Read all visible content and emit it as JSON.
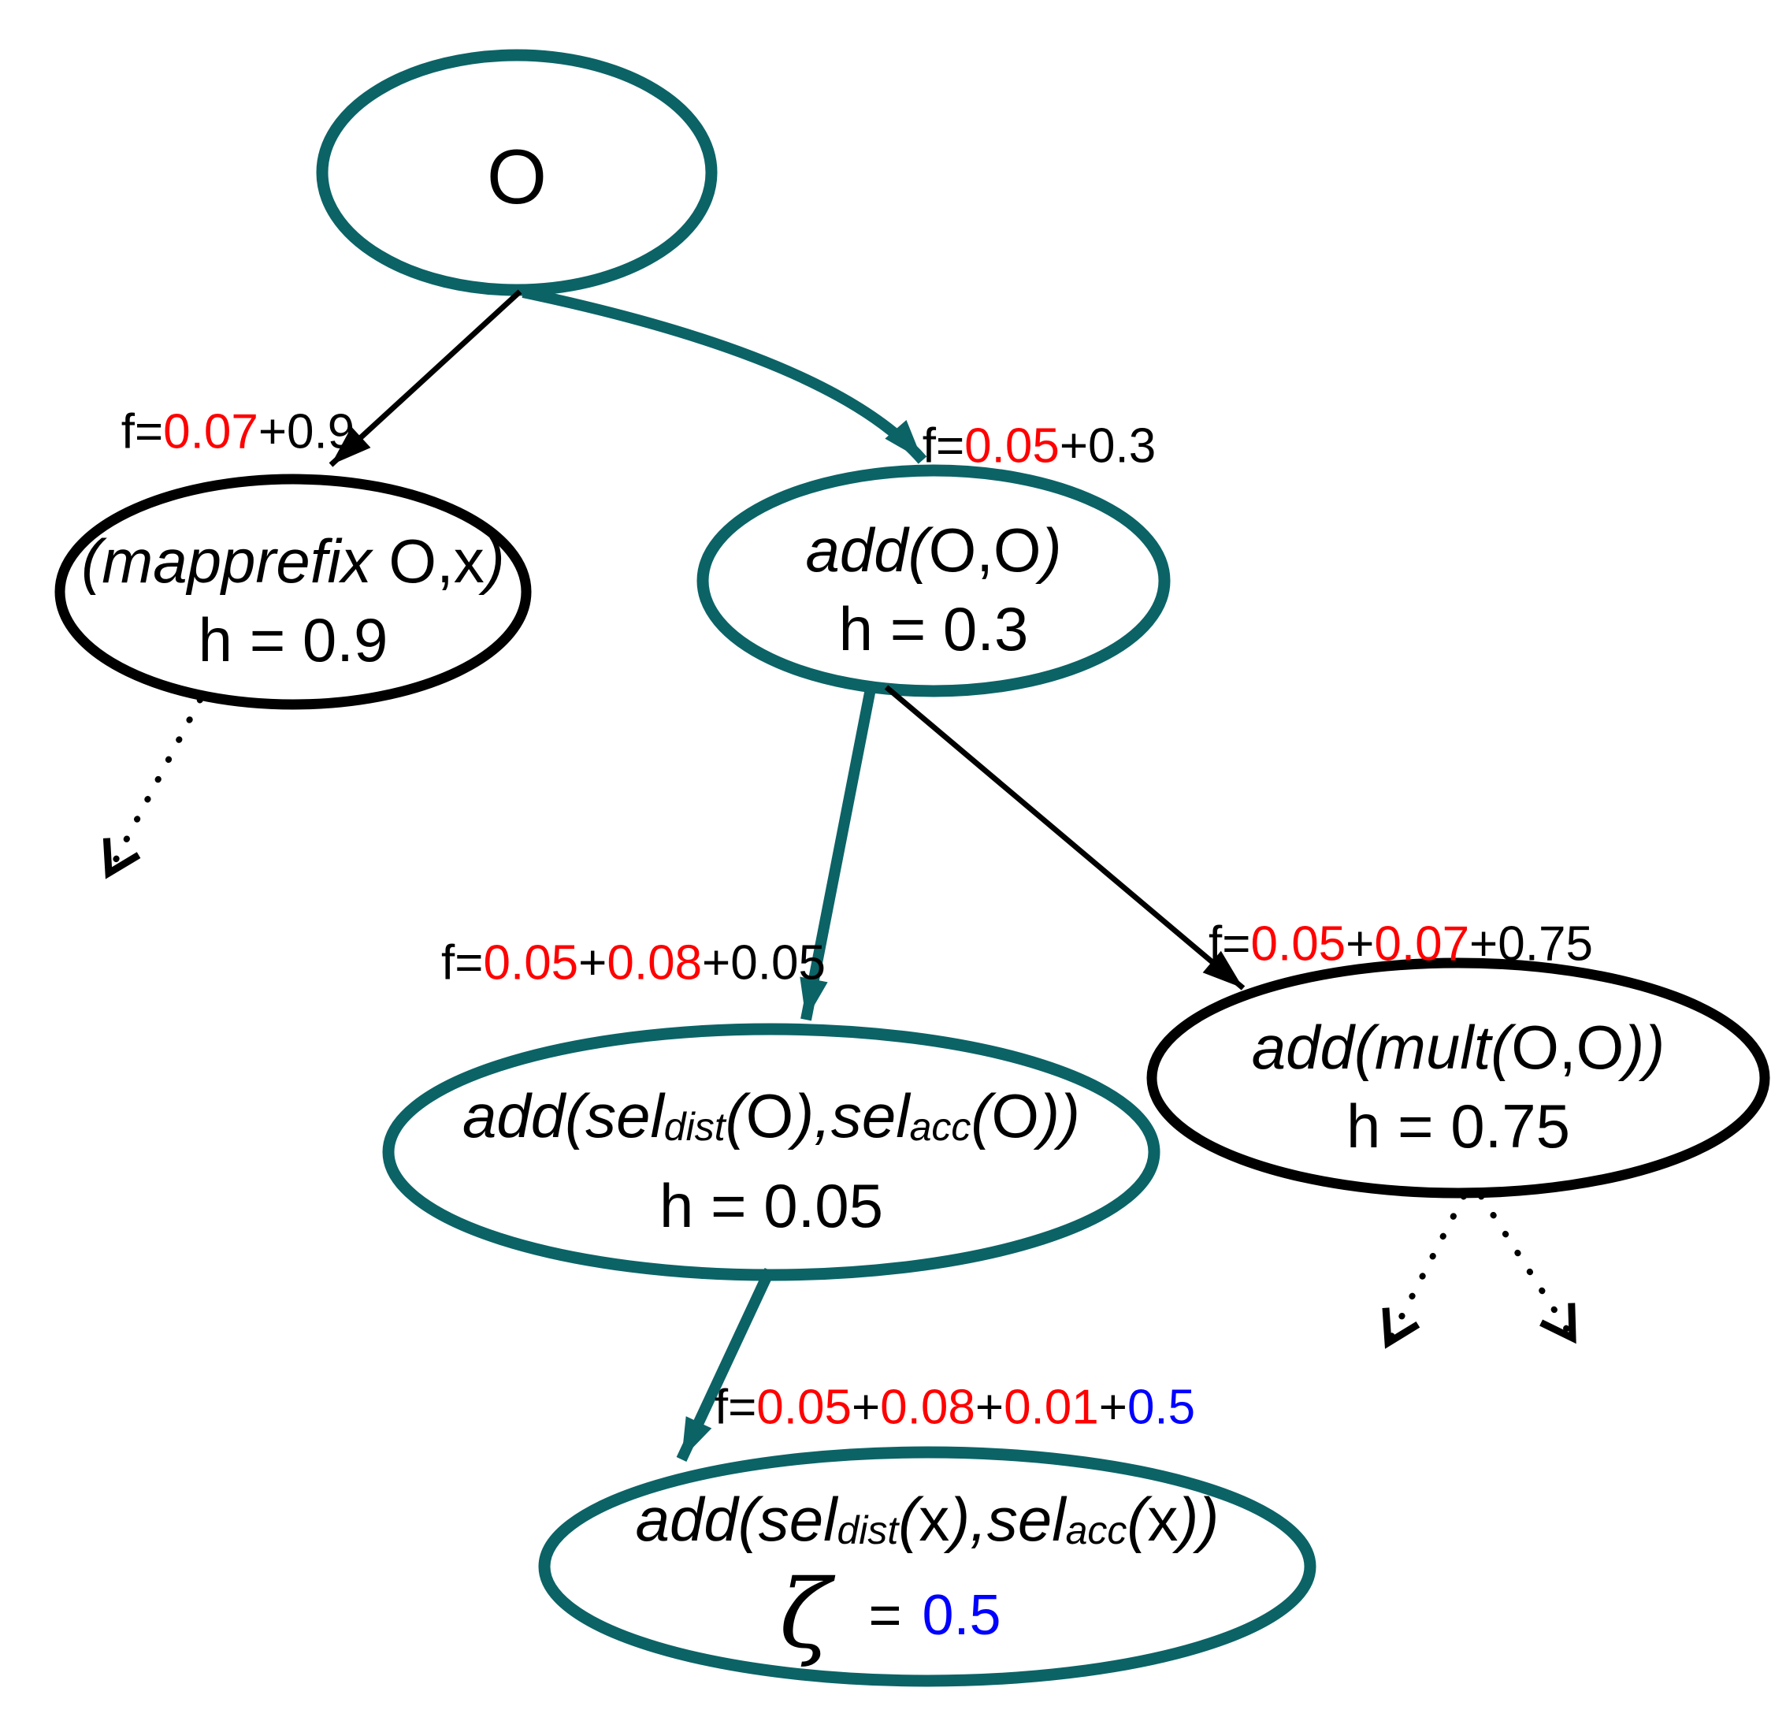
{
  "colors": {
    "teal": "#0b6366",
    "red": "#ff0000",
    "blue": "#0000ff",
    "ink": "#000000",
    "bg": "#ffffff"
  },
  "nodes": {
    "root": {
      "label": "O"
    },
    "mapprefix": {
      "expr_open": "(mapprefix ",
      "expr_args": "O,x",
      "expr_close": ")",
      "h": "h = 0.9"
    },
    "add_oo": {
      "expr_open": "add(",
      "expr_args": "O,O",
      "expr_close": ")",
      "h": "h = 0.3"
    },
    "add_sel_o": {
      "p1": "add(sel",
      "sub1": "dist",
      "p2": "(",
      "arg1": "O",
      "p3": "),sel",
      "sub2": "acc",
      "p4": "(",
      "arg2": "O",
      "p5": "))",
      "h": "h = 0.05"
    },
    "add_mult": {
      "expr_open": "add(mult(",
      "expr_args": "O,O",
      "expr_close": "))",
      "h": "h = 0.75"
    },
    "add_sel_x": {
      "p1": "add(sel",
      "sub1": "dist",
      "p2": "(",
      "arg1": "x",
      "p3": "),sel",
      "sub2": "acc",
      "p4": "(",
      "arg2": "x",
      "p5": "))",
      "zeta_symbol": "ζ",
      "zeta_eq": "=",
      "zeta_value": "0.5"
    }
  },
  "edge_labels": {
    "e1": {
      "t1": "f=",
      "t2": "0.07",
      "t3": "+0.9"
    },
    "e2": {
      "t1": "f=",
      "t2": "0.05",
      "t3": "+0.3"
    },
    "e3": {
      "t1": "f=",
      "t2": "0.05",
      "t3": "+",
      "t4": "0.08",
      "t5": "+0.05"
    },
    "e4": {
      "t1": "f=",
      "t2": "0.05",
      "t3": "+",
      "t4": "0.07",
      "t5": "+0.75"
    },
    "e5": {
      "t1": "f=",
      "t2": "0.05",
      "t3": "+",
      "t4": "0.08",
      "t5": "+",
      "t6": "0.01",
      "t7": "+",
      "t8": "0.5"
    }
  }
}
